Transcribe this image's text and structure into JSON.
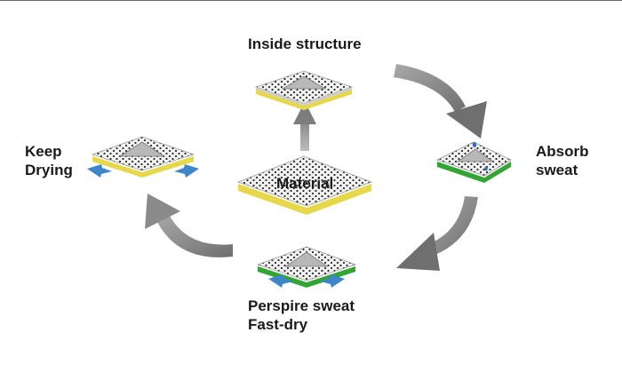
{
  "labels": {
    "inside": "Inside structure",
    "absorb": [
      "Absorb",
      "sweat"
    ],
    "perspire": [
      "Perspire sweat",
      "Fast-dry"
    ],
    "keep": [
      "Keep",
      "Drying"
    ],
    "material": "Material"
  },
  "colors": {
    "arrow": "#8c8c8c",
    "yellow_layer": "#e6d84a",
    "green_layer": "#33a534",
    "dots_surface": "#f1f1f1",
    "blue_arrow": "#3f85c9",
    "text": "#1a1a1a"
  },
  "icons": [
    "cycle-arrow",
    "fabric-sample",
    "sweat-drop",
    "airflow-arrow"
  ]
}
